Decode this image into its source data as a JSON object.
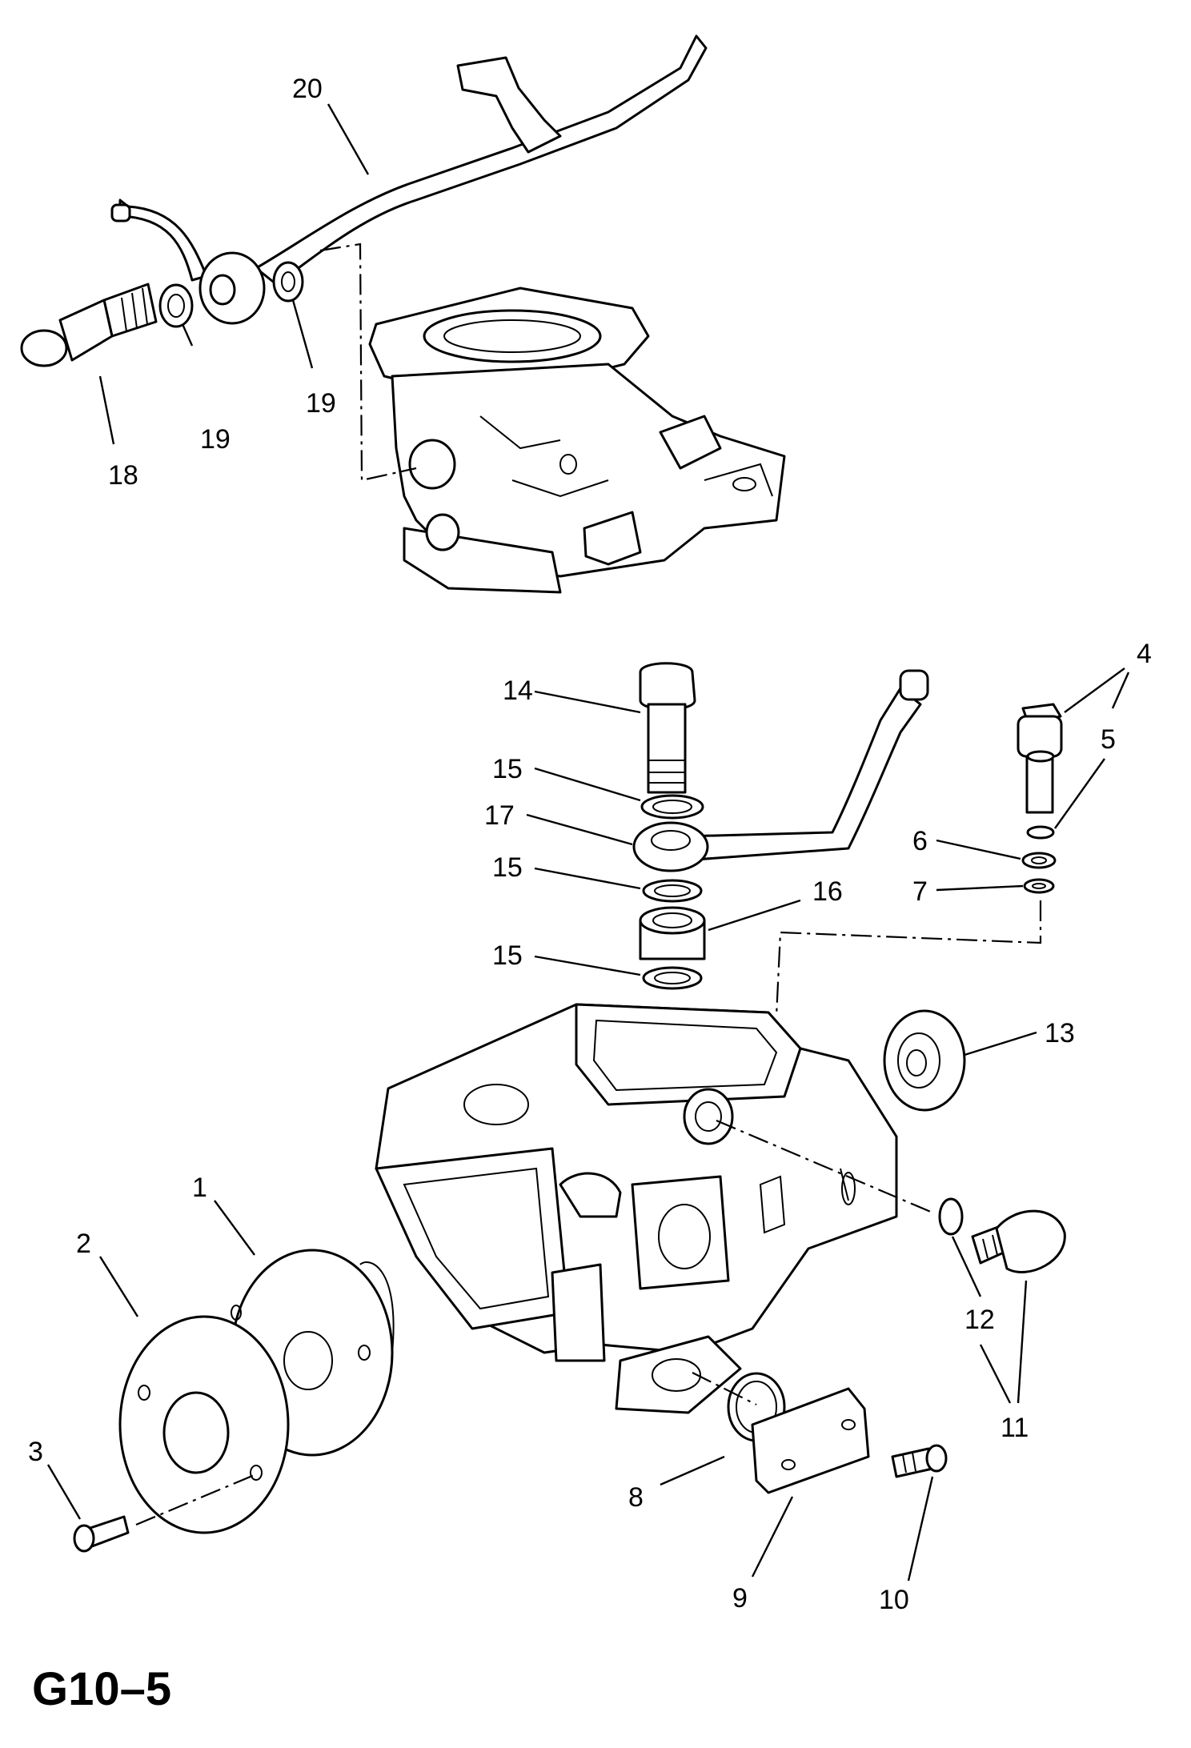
{
  "diagram_code": "G10–5",
  "callouts": {
    "c1": "1",
    "c2": "2",
    "c3": "3",
    "c4": "4",
    "c5": "5",
    "c6": "6",
    "c7": "7",
    "c8": "8",
    "c9": "9",
    "c10": "10",
    "c11": "11",
    "c12": "12",
    "c13": "13",
    "c14": "14",
    "c15a": "15",
    "c15b": "15",
    "c15c": "15",
    "c16": "16",
    "c17": "17",
    "c18": "18",
    "c19a": "19",
    "c19b": "19",
    "c20": "20"
  }
}
